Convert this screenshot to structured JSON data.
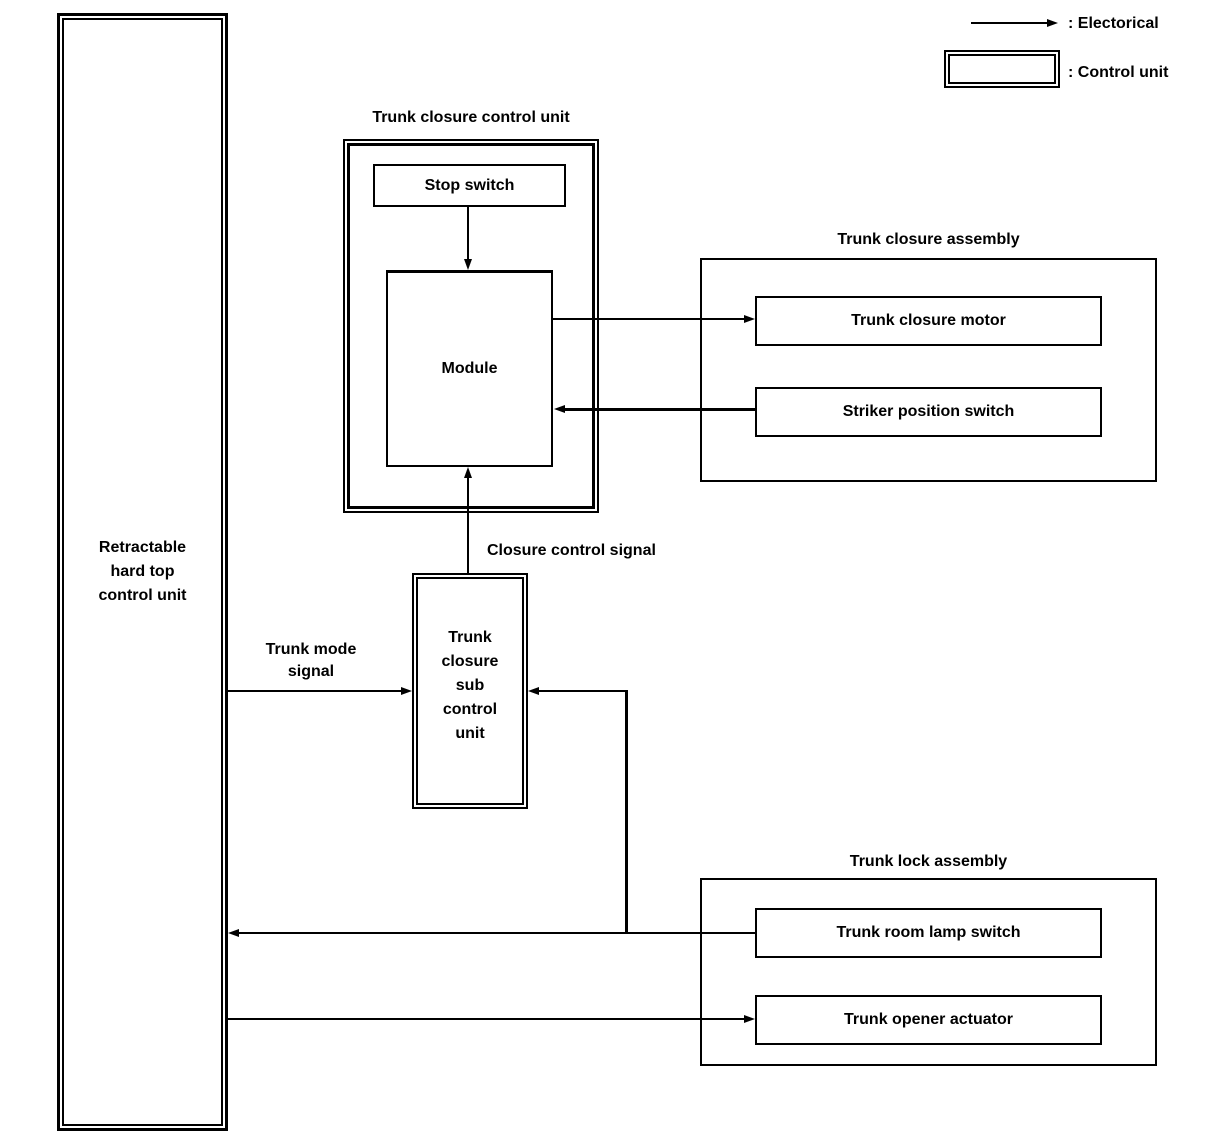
{
  "diagram": {
    "colors": {
      "line": "#000000",
      "background": "#ffffff"
    },
    "legend": {
      "electrical": ": Electorical",
      "control_unit": ": Control unit"
    },
    "retractable_unit": {
      "label": "Retractable\nhard top\ncontrol unit"
    },
    "closure_control_unit": {
      "title": "Trunk closure control unit",
      "stop_switch": "Stop switch",
      "module": "Module"
    },
    "closure_assembly": {
      "title": "Trunk closure assembly",
      "motor": "Trunk closure motor",
      "striker_switch": "Striker position switch"
    },
    "sub_control_unit": {
      "label": "Trunk\nclosure\nsub\ncontrol\nunit"
    },
    "lock_assembly": {
      "title": "Trunk lock assembly",
      "lamp_switch": "Trunk room lamp switch",
      "opener_actuator": "Trunk opener actuator"
    },
    "signals": {
      "closure_control": "Closure control signal",
      "trunk_mode": "Trunk mode\nsignal"
    }
  }
}
